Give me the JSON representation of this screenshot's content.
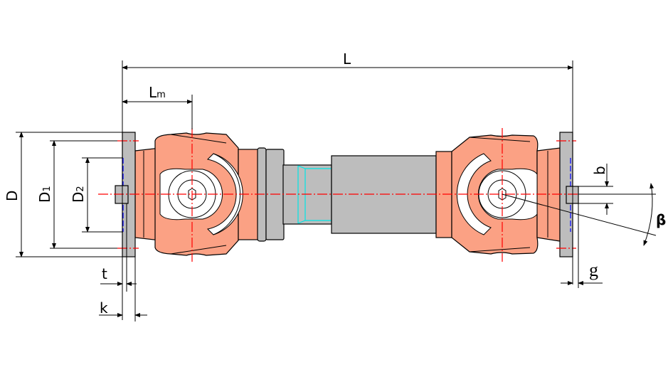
{
  "title": "Cardan shaft dimension drawing",
  "labels": {
    "L": "L",
    "Lm": "L",
    "Lm_sub": "m",
    "D": "D",
    "D1": "D",
    "D1_sub": "1",
    "D2": "D",
    "D2_sub": "2",
    "t": "t",
    "k": "k",
    "g": "g",
    "b": "b",
    "beta": "β"
  },
  "colors": {
    "yoke": "#fba184",
    "steel": "#bdbdbd",
    "centerline": "#ff0000",
    "spline": "#00e5e5",
    "recess": "#0000ff"
  }
}
